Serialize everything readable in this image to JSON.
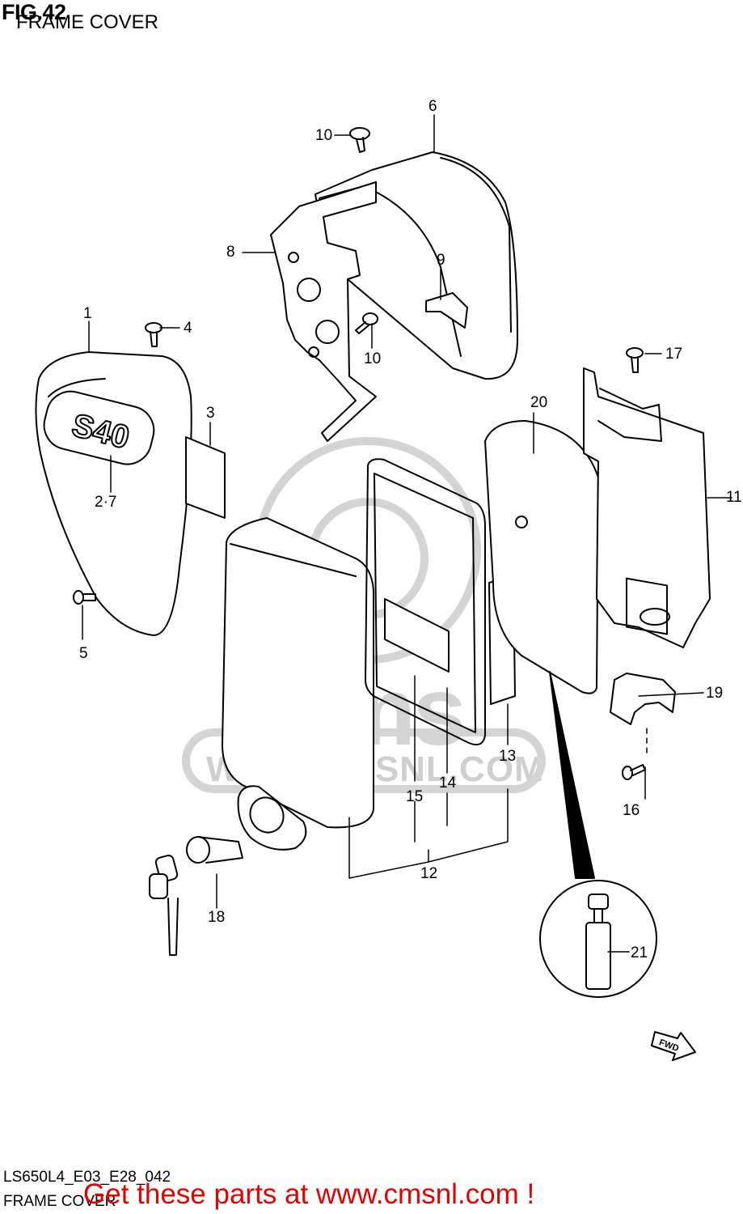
{
  "header": {
    "figure": "FIG.42",
    "subtitle": "FRAME COVER"
  },
  "watermark": {
    "logo": "cms",
    "url": "WWW.CMSNL.COM"
  },
  "badge_text": "S40",
  "fwd_label": "FWD",
  "callouts": [
    "1",
    "2·7",
    "3",
    "4",
    "5",
    "6",
    "8",
    "9",
    "10",
    "10",
    "11",
    "12",
    "13",
    "14",
    "15",
    "16",
    "17",
    "18",
    "19",
    "20",
    "21"
  ],
  "footer": {
    "code": "LS650L4_E03_E28_042",
    "subtitle": "FRAME COVER",
    "cta": "Get these parts at www.cmsnl.com !"
  },
  "colors": {
    "line": "#000000",
    "watermark": "#d0d0d0",
    "cta": "#dd0000"
  }
}
